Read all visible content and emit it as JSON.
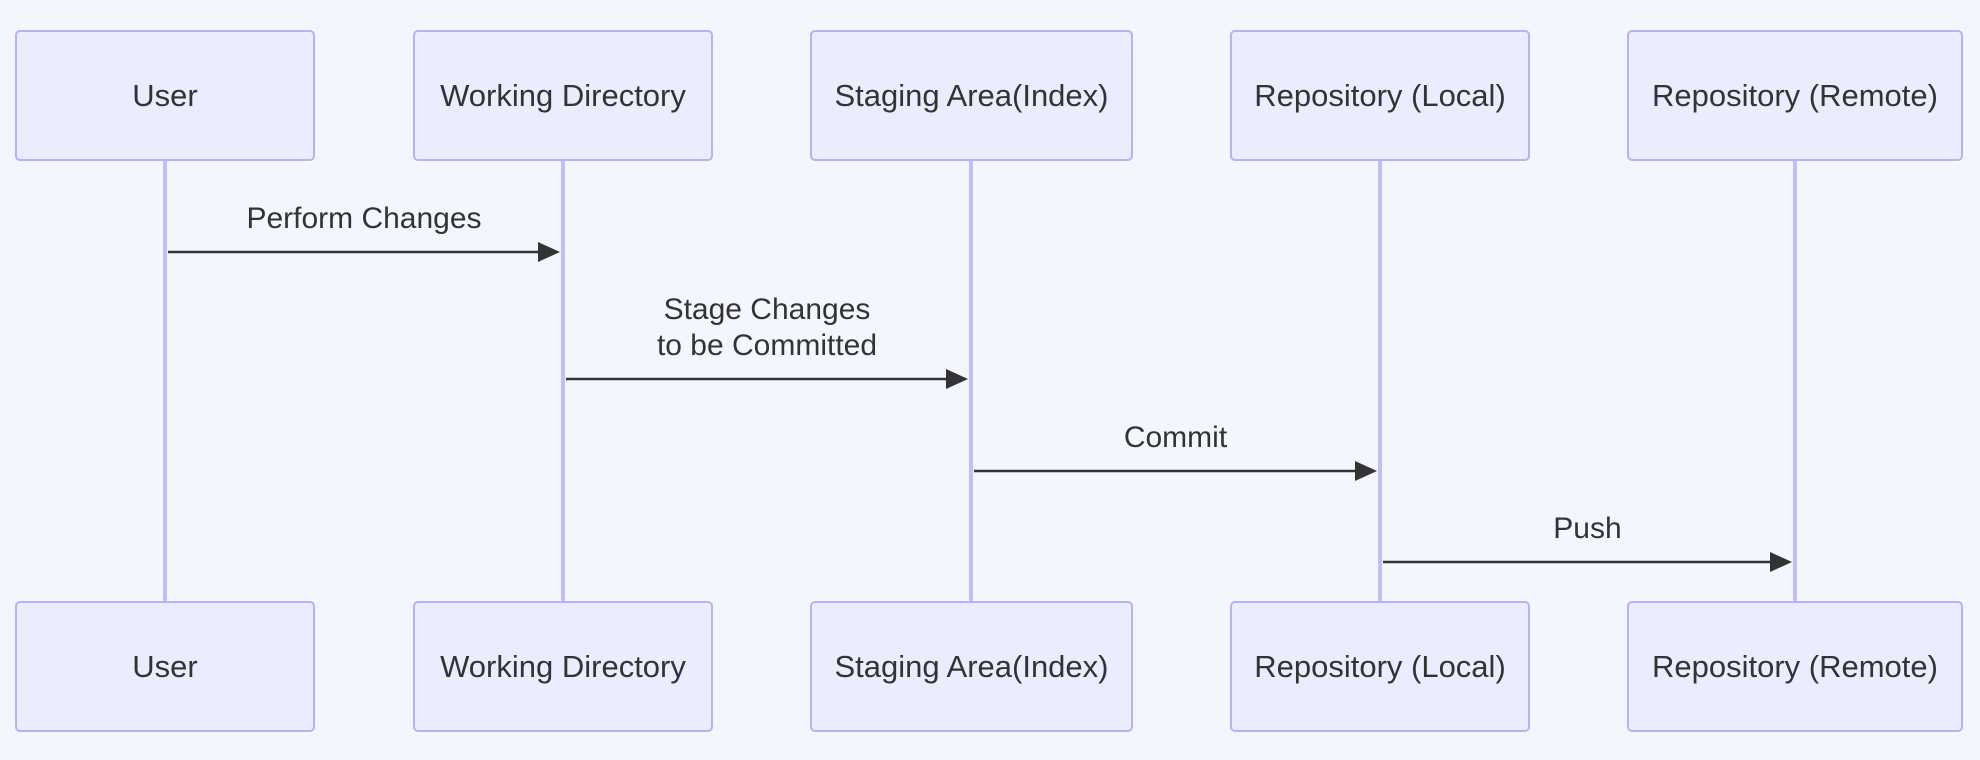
{
  "participants": [
    {
      "id": "user",
      "label": "User"
    },
    {
      "id": "working-directory",
      "label": "Working Directory"
    },
    {
      "id": "staging-area",
      "label": "Staging Area(Index)"
    },
    {
      "id": "repository-local",
      "label": "Repository (Local)"
    },
    {
      "id": "repository-remote",
      "label": "Repository (Remote)"
    }
  ],
  "messages": [
    {
      "from": "user",
      "to": "working-directory",
      "label_lines": [
        "Perform Changes"
      ]
    },
    {
      "from": "working-directory",
      "to": "staging-area",
      "label_lines": [
        "Stage Changes",
        "to be Committed"
      ]
    },
    {
      "from": "staging-area",
      "to": "repository-local",
      "label_lines": [
        "Commit"
      ]
    },
    {
      "from": "repository-local",
      "to": "repository-remote",
      "label_lines": [
        "Push"
      ]
    }
  ],
  "colors": {
    "background": "#f3f6fd",
    "actor_fill": "#ececff",
    "actor_border": "#b4b4f2",
    "lifeline": "#c0c0f4",
    "arrow": "#333333",
    "text": "#333333"
  }
}
